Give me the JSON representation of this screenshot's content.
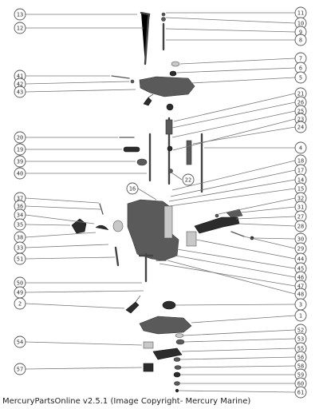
{
  "footer": "MercuryPartsOnline v2.5.1 (Image Copyright- Mercury Marine)",
  "callouts_left": [
    "13",
    "12",
    "41",
    "42",
    "43",
    "20",
    "19",
    "39",
    "40",
    "37",
    "36",
    "34",
    "35",
    "38",
    "33",
    "51",
    "50",
    "49",
    "2",
    "54",
    "57"
  ],
  "callouts_right": [
    "11",
    "10",
    "9",
    "8",
    "7",
    "6",
    "5",
    "21",
    "26",
    "25",
    "23",
    "24",
    "4",
    "18",
    "17",
    "14",
    "15",
    "32",
    "31",
    "27",
    "28",
    "30",
    "29",
    "44",
    "45",
    "46",
    "47",
    "48",
    "3",
    "1",
    "52",
    "53",
    "55",
    "56",
    "58",
    "59",
    "60",
    "61"
  ],
  "callouts_inline": [
    "22",
    "16"
  ]
}
